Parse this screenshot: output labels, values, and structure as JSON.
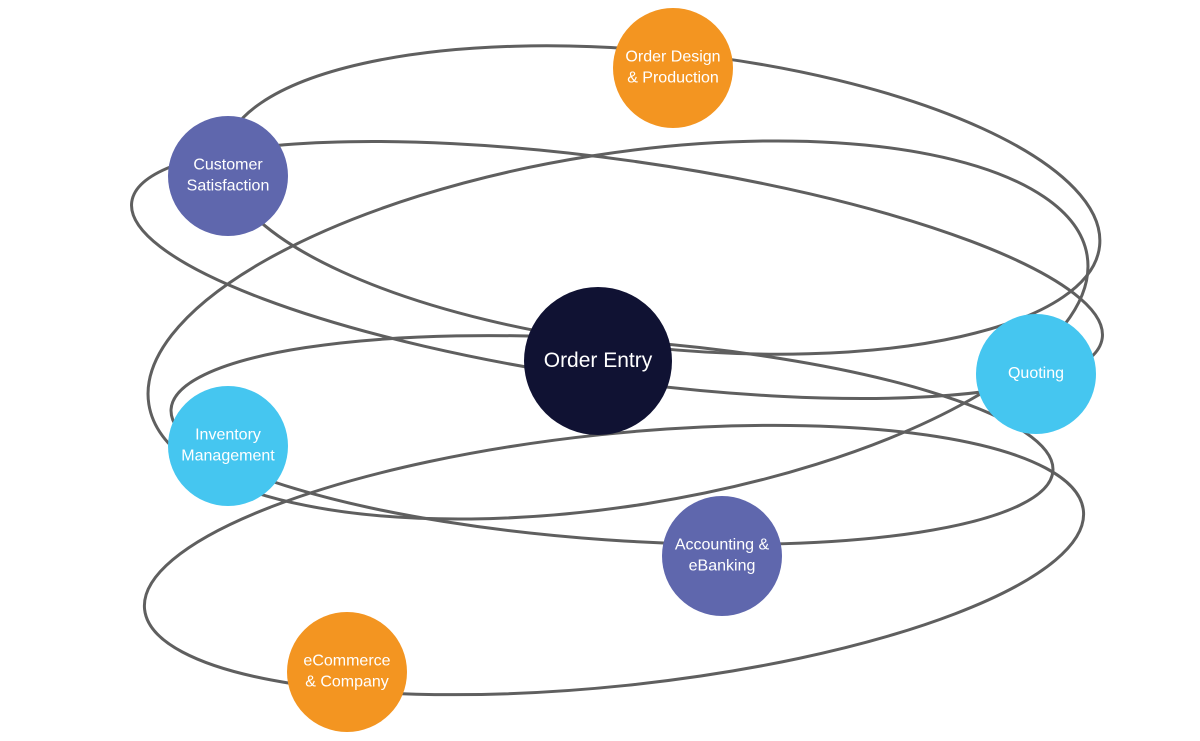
{
  "diagram": {
    "nodes": [
      {
        "id": "order-entry",
        "lines": [
          "Order Entry"
        ],
        "color": "#101233"
      },
      {
        "id": "order-design-production",
        "lines": [
          "Order Design",
          "& Production"
        ],
        "color": "#f39521"
      },
      {
        "id": "customer-satisfaction",
        "lines": [
          "Customer",
          "Satisfaction"
        ],
        "color": "#5f67ad"
      },
      {
        "id": "quoting",
        "lines": [
          "Quoting"
        ],
        "color": "#45c6f0"
      },
      {
        "id": "inventory-management",
        "lines": [
          "Inventory",
          "Management"
        ],
        "color": "#45c6f0"
      },
      {
        "id": "accounting-ebanking",
        "lines": [
          "Accounting &",
          "eBanking"
        ],
        "color": "#5f67ad"
      },
      {
        "id": "ecommerce-company",
        "lines": [
          "eCommerce",
          "& Company"
        ],
        "color": "#f39521"
      }
    ],
    "connector_color": "#5f5f5f"
  }
}
